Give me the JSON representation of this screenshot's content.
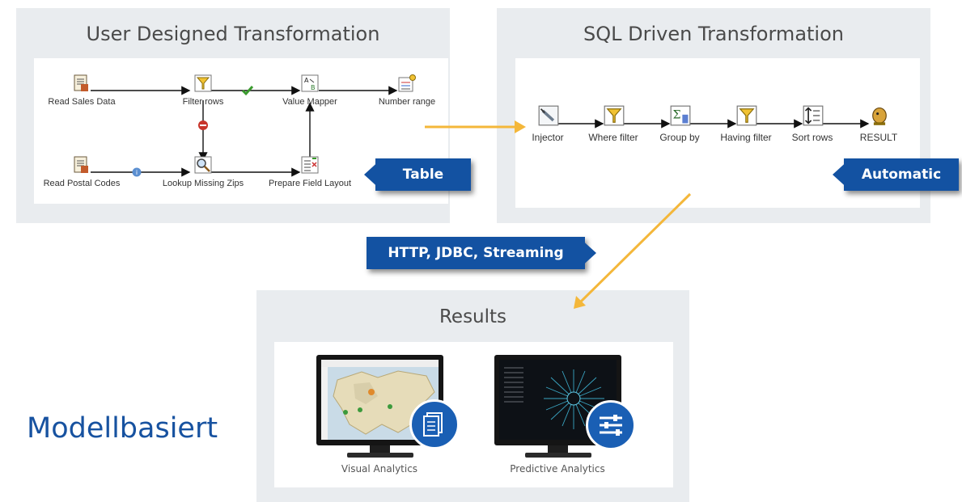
{
  "colors": {
    "panel_bg": "#e9ecef",
    "tag_blue": "#1352a2",
    "flow_arrow": "#f4b73a",
    "model_text": "#1752a0"
  },
  "user_panel": {
    "title": "User Designed Transformation",
    "steps": [
      {
        "id": "read-sales",
        "label": "Read Sales Data",
        "icon": "text-file-input-icon"
      },
      {
        "id": "filter-rows",
        "label": "Filter rows",
        "icon": "filter-funnel-icon"
      },
      {
        "id": "value-mapper",
        "label": "Value Mapper",
        "icon": "value-mapper-icon"
      },
      {
        "id": "number-range",
        "label": "Number range",
        "icon": "number-range-icon"
      },
      {
        "id": "read-postal",
        "label": "Read Postal Codes",
        "icon": "text-file-input-icon"
      },
      {
        "id": "lookup-zips",
        "label": "Lookup Missing Zips",
        "icon": "lookup-magnifier-icon"
      },
      {
        "id": "prepare-layout",
        "label": "Prepare Field Layout",
        "icon": "select-values-icon"
      }
    ],
    "hop_markers": [
      "green-check-icon",
      "red-error-icon",
      "blue-info-icon"
    ]
  },
  "sql_panel": {
    "title": "SQL Driven Transformation",
    "steps": [
      {
        "id": "injector",
        "label": "Injector",
        "icon": "injector-syringe-icon"
      },
      {
        "id": "where-filter",
        "label": "Where filter",
        "icon": "filter-funnel-icon"
      },
      {
        "id": "group-by",
        "label": "Group by",
        "icon": "sigma-group-icon"
      },
      {
        "id": "having-filter",
        "label": "Having filter",
        "icon": "filter-funnel-icon"
      },
      {
        "id": "sort-rows",
        "label": "Sort rows",
        "icon": "sort-rows-icon"
      },
      {
        "id": "result",
        "label": "RESULT",
        "icon": "dummy-head-icon"
      }
    ]
  },
  "tags": {
    "table": "Table",
    "automatic": "Automatic",
    "protocols": "HTTP, JDBC, Streaming"
  },
  "results_panel": {
    "title": "Results",
    "items": [
      {
        "label": "Visual Analytics",
        "icon": "document-stack-icon"
      },
      {
        "label": "Predictive Analytics",
        "icon": "sliders-icon"
      }
    ]
  },
  "side_label": "Modellbasiert"
}
